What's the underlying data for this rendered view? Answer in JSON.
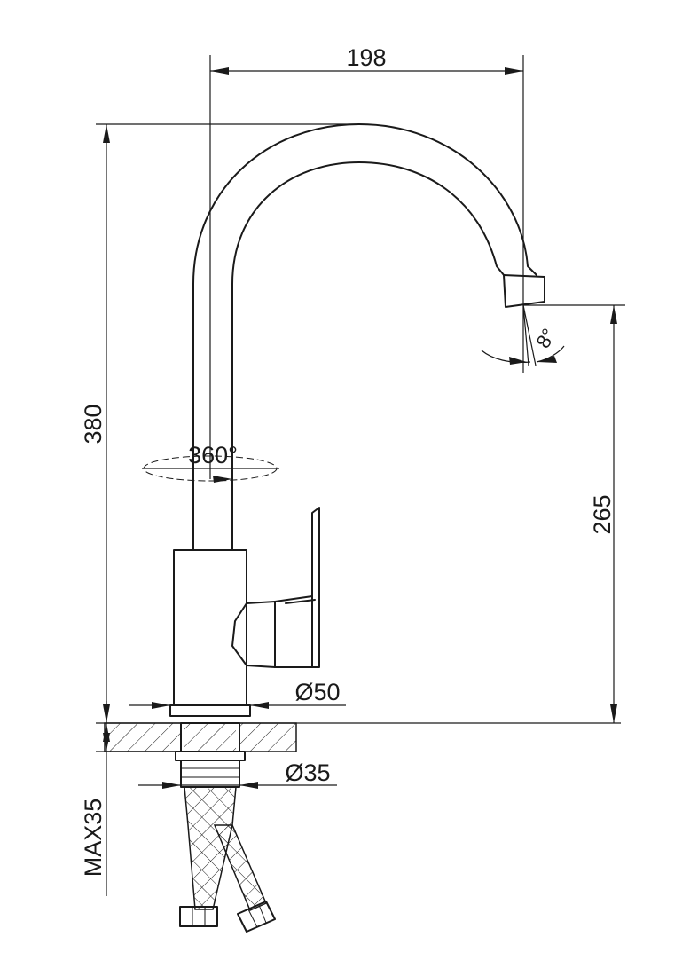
{
  "dimensions": {
    "width": "198",
    "height": "380",
    "spout_height": "265",
    "base_diameter": "Ø50",
    "shank_diameter": "Ø35",
    "max_thickness": "MAX35",
    "rotation": "360°",
    "spout_angle": "8°"
  }
}
